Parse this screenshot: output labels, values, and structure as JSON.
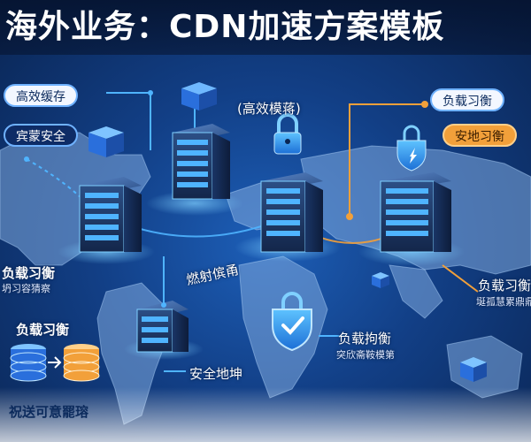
{
  "title": "海外业务：CDN加速方案模板",
  "labels": {
    "top_left_pill": "高效缓存",
    "left_pill_2": "宾蒙安全",
    "center_top": "(高效模蒋)",
    "top_right_pill": "负载习衡",
    "right_pill_2": "安地习衡",
    "left_mid": "负载习衡",
    "left_mid_sub": "坍习容猜察",
    "network_label": "燃射傧甬",
    "left_low": "负载习衡",
    "bottom_left": "祝送可意罷瑢",
    "bottom_center": "安全地坤",
    "center_low": "负载拘衡",
    "center_low_sub": "突欣斋鞍模第",
    "right_low": "负载习衡",
    "right_low_sub": "埏孤慧累鼎鼎"
  },
  "colors": {
    "accent_blue": "#4fb4ff",
    "accent_orange": "#f2a03a",
    "background": "#123f86"
  }
}
